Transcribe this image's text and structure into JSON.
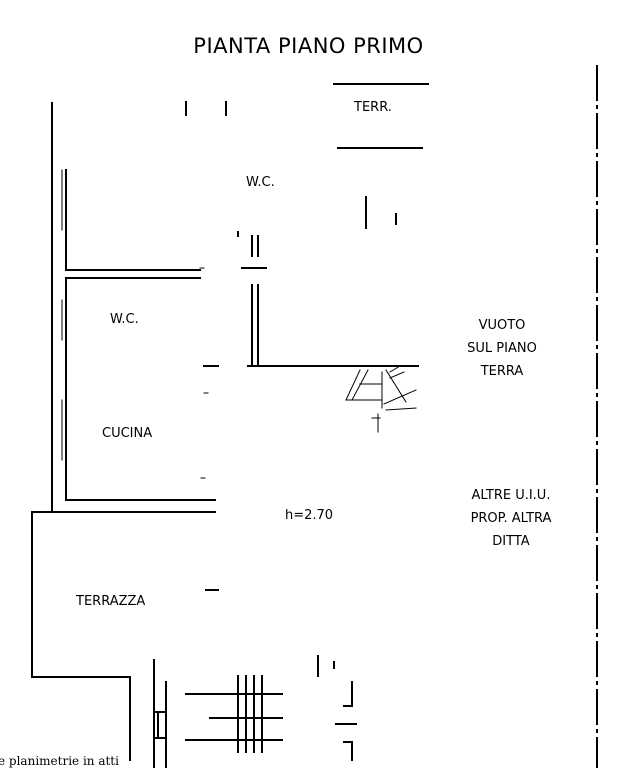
{
  "title": "PIANTA PIANO PRIMO",
  "rooms": {
    "terr": "TERR.",
    "wc_upper": "W.C.",
    "wc_lower": "W.C.",
    "cucina": "CUCINA",
    "terrazza": "TERRAZZA",
    "height": "h=2.70"
  },
  "notes": {
    "vuoto": [
      "VUOTO",
      "SUL PIANO",
      "TERRA"
    ],
    "altre": [
      "ALTRE U.I.U.",
      "PROP. ALTRA",
      "DITTA"
    ]
  },
  "footer": "e planimetrie in atti"
}
